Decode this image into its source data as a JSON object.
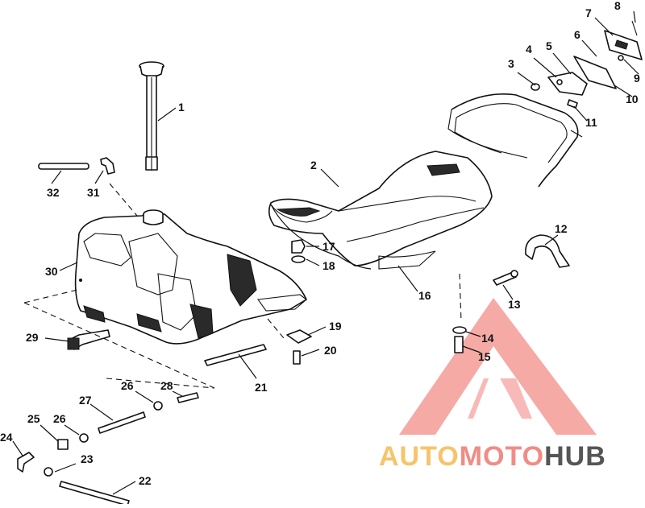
{
  "diagram": {
    "callouts": [
      {
        "id": "c1",
        "label": "1"
      },
      {
        "id": "c2",
        "label": "2"
      },
      {
        "id": "c3",
        "label": "3"
      },
      {
        "id": "c4",
        "label": "4"
      },
      {
        "id": "c5",
        "label": "5"
      },
      {
        "id": "c6",
        "label": "6"
      },
      {
        "id": "c7",
        "label": "7"
      },
      {
        "id": "c8",
        "label": "8"
      },
      {
        "id": "c9",
        "label": "9"
      },
      {
        "id": "c10",
        "label": "10"
      },
      {
        "id": "c11",
        "label": "11"
      },
      {
        "id": "c12",
        "label": "12"
      },
      {
        "id": "c13",
        "label": "13"
      },
      {
        "id": "c14",
        "label": "14"
      },
      {
        "id": "c15",
        "label": "15"
      },
      {
        "id": "c16",
        "label": "16"
      },
      {
        "id": "c17",
        "label": "17"
      },
      {
        "id": "c18",
        "label": "18"
      },
      {
        "id": "c19",
        "label": "19"
      },
      {
        "id": "c20",
        "label": "20"
      },
      {
        "id": "c21",
        "label": "21"
      },
      {
        "id": "c22",
        "label": "22"
      },
      {
        "id": "c23",
        "label": "23"
      },
      {
        "id": "c24",
        "label": "24"
      },
      {
        "id": "c25",
        "label": "25"
      },
      {
        "id": "c26a",
        "label": "26"
      },
      {
        "id": "c26b",
        "label": "26"
      },
      {
        "id": "c27",
        "label": "27"
      },
      {
        "id": "c28",
        "label": "28"
      },
      {
        "id": "c29",
        "label": "29"
      },
      {
        "id": "c30",
        "label": "30"
      },
      {
        "id": "c31",
        "label": "31"
      },
      {
        "id": "c32",
        "label": "32"
      }
    ]
  },
  "watermark": {
    "word_part1": "AUTO",
    "word_part2": "MOTO",
    "word_part3": "HUB",
    "color_part1": "#f6c46a",
    "color_part2": "#f08c86",
    "color_part3": "#555555",
    "logo_color": "#f07a74"
  }
}
